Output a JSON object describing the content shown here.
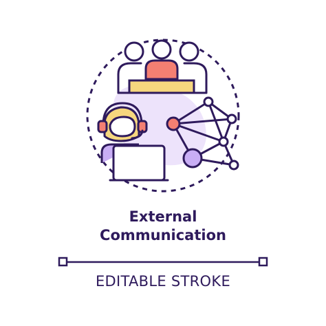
{
  "illustration": {
    "icon_name": "external-communication-icon",
    "colors": {
      "stroke": "#2e1a5c",
      "purple_fill": "#c9aef5",
      "lavender_fill": "#ede3fb",
      "coral_fill": "#f47f72",
      "yellow_fill": "#f6d77e",
      "white_fill": "#ffffff"
    }
  },
  "title": {
    "line1": "External",
    "line2": "Communication"
  },
  "caption": {
    "text": "EDITABLE STROKE"
  }
}
